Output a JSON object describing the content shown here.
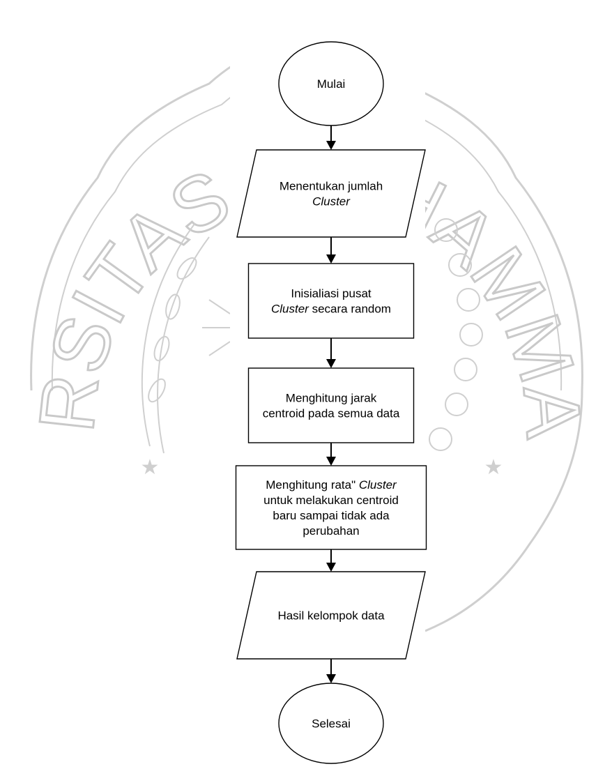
{
  "watermark": {
    "arc_text": "UNIVERSITAS MUHAMMADIYAH",
    "star_glyph": "★",
    "color": "#c9c9c9"
  },
  "flowchart": {
    "nodes": [
      {
        "id": "start",
        "shape": "terminator",
        "lines": [
          [
            {
              "t": "Mulai"
            }
          ]
        ]
      },
      {
        "id": "input-cluster",
        "shape": "data",
        "lines": [
          [
            {
              "t": "Menentukan jumlah"
            }
          ],
          [
            {
              "t": "Cluster",
              "i": true
            }
          ]
        ]
      },
      {
        "id": "init-center",
        "shape": "process",
        "lines": [
          [
            {
              "t": "Inisialiasi pusat"
            }
          ],
          [
            {
              "t": "Cluster",
              "i": true
            },
            {
              "t": " secara random"
            }
          ]
        ]
      },
      {
        "id": "calc-distance",
        "shape": "process",
        "lines": [
          [
            {
              "t": "Menghitung jarak"
            }
          ],
          [
            {
              "t": "centroid pada semua data"
            }
          ]
        ]
      },
      {
        "id": "calc-mean",
        "shape": "process",
        "lines": [
          [
            {
              "t": "Menghitung rata\" "
            },
            {
              "t": "Cluster",
              "i": true
            }
          ],
          [
            {
              "t": "untuk melakukan centroid"
            }
          ],
          [
            {
              "t": "baru sampai tidak ada"
            }
          ],
          [
            {
              "t": "perubahan"
            }
          ]
        ]
      },
      {
        "id": "output-group",
        "shape": "data",
        "lines": [
          [
            {
              "t": "Hasil kelompok data"
            }
          ]
        ]
      },
      {
        "id": "end",
        "shape": "terminator",
        "lines": [
          [
            {
              "t": "Selesai"
            }
          ]
        ]
      }
    ],
    "edges": [
      [
        "start",
        "input-cluster"
      ],
      [
        "input-cluster",
        "init-center"
      ],
      [
        "init-center",
        "calc-distance"
      ],
      [
        "calc-distance",
        "calc-mean"
      ],
      [
        "calc-mean",
        "output-group"
      ],
      [
        "output-group",
        "end"
      ]
    ]
  }
}
